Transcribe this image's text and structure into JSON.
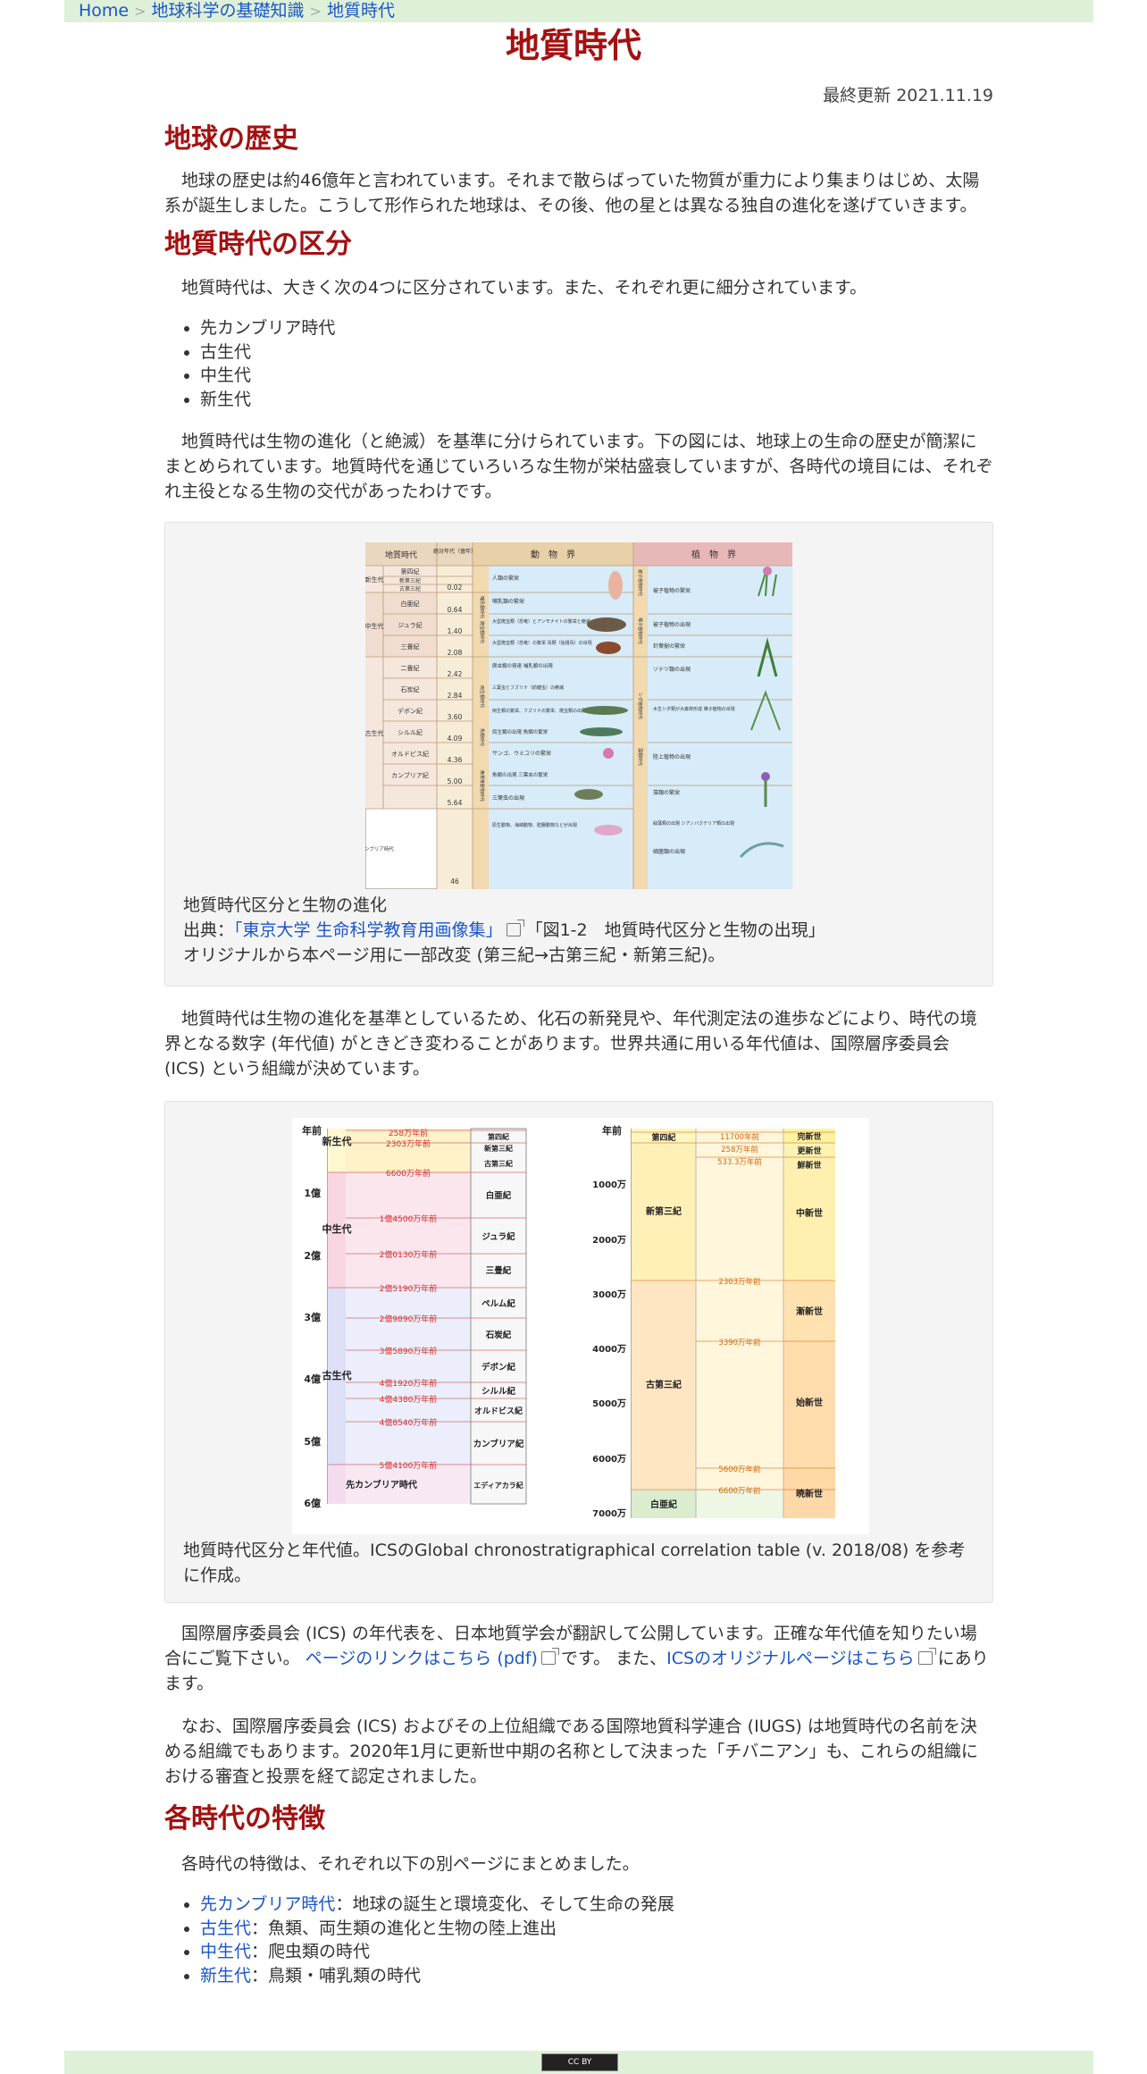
{
  "breadcrumb": {
    "home": "Home",
    "level1": "地球科学の基礎知識",
    "current": "地質時代",
    "sep": ">"
  },
  "page": {
    "title": "地質時代",
    "updated": "最終更新 2021.11.19"
  },
  "sections": {
    "history": {
      "heading": "地球の歴史",
      "text": "地球の歴史は約46億年と言われています。それまで散らばっていた物質が重力により集まりはじめ、太陽系が誕生しました。こうして形作られた地球は、その後、他の星とは異なる独自の進化を遂げていきます。"
    },
    "division": {
      "heading": "地質時代の区分",
      "intro": "地質時代は、大きく次の4つに区分されています。また、それぞれ更に細分されています。",
      "eras": [
        "先カンブリア時代",
        "古生代",
        "中生代",
        "新生代"
      ],
      "text2": "地質時代は生物の進化（と絶滅）を基準に分けられています。下の図には、地球上の生命の歴史が簡潔にまとめられています。地質時代を通じていろいろな生物が栄枯盛衰していますが、各時代の境目には、それぞれ主役となる生物の交代があったわけです。",
      "fig1": {
        "caption1": "地質時代区分と生物の進化",
        "source_prefix": "出典：",
        "source_link": "「東京大学 生命科学教育用画像集」",
        "source_title": "「図1-2　地質時代区分と生物の出現」",
        "caption3": "オリジナルから本ページ用に一部改変 (第三紀→古第三紀・新第三紀)。",
        "headers": {
          "period": "地質時代",
          "age": "絶対年代（億年）",
          "animal": "動　物　界",
          "plant": "植　物　界"
        },
        "periods": [
          "第四紀",
          "新第三紀",
          "古第三紀",
          "白亜紀",
          "ジュラ紀",
          "三畳紀",
          "二畳紀",
          "石炭紀",
          "デボン紀",
          "シルル紀",
          "オルドビス紀",
          "カンブリア紀"
        ],
        "eras": [
          "新生代",
          "中生代",
          "古生代",
          "先カンブリア時代"
        ],
        "ages": [
          "0.02",
          "0.64",
          "1.40",
          "2.08",
          "2.42",
          "2.84",
          "3.60",
          "4.09",
          "4.36",
          "5.00",
          "5.64",
          "46"
        ],
        "animals": [
          "人類の繁栄",
          "哺乳類の繁栄",
          "大型爬虫類（恐竜）とアンモナイトの繁栄と絶滅",
          "大型爬虫類（恐竜）の繁栄 鳥類（始祖鳥）の出現",
          "爬虫類の発達 哺乳類の出現",
          "三葉虫とフズリナ（紡錘虫）の絶滅",
          "両生類の繁栄、フズリナの繁栄、爬虫類の出現",
          "両生類の出現 魚類の繁栄",
          "サンゴ、ウミユリの繁栄",
          "魚類の出現 三葉虫の繁栄",
          "三葉虫の出現",
          "原生動物、海綿動物、腔腸動物などが出現"
        ],
        "animal_eras": [
          "哺乳類時代",
          "爬虫類時代",
          "両生類時代",
          "魚類時代",
          "無脊椎動物時代"
        ],
        "plants": [
          "被子植物の繁栄",
          "被子植物の出現",
          "針葉樹の繁栄",
          "ソテツ類の出現",
          "木生シダ類が大森林形成 裸子植物の出現",
          "陸上植物の出現",
          "藻類の繁栄",
          "緑藻類の出現 シアノバクテリア類の出現",
          "細菌類の出現"
        ],
        "plant_eras": [
          "被子植物時代",
          "裸子植物時代",
          "シダ植物時代",
          "藻類時代"
        ]
      },
      "text3": "地質時代は生物の進化を基準としているため、化石の新発見や、年代測定法の進歩などにより、時代の境界となる数字 (年代値) がときどき変わることがあります。世界共通に用いる年代値は、国際層序委員会 (ICS) という組織が決めています。",
      "fig2": {
        "caption": "地質時代区分と年代値。ICSのGlobal chronostratigraphical correlation table (v. 2018/08) を参考に作成。",
        "left": {
          "axis_title": "年前",
          "ticks": [
            "1億",
            "2億",
            "3億",
            "4億",
            "5億",
            "6億"
          ],
          "eras": [
            "新生代",
            "中生代",
            "古生代",
            "先カンブリア時代"
          ],
          "periods": [
            "第四紀",
            "新第三紀",
            "古第三紀",
            "白亜紀",
            "ジュラ紀",
            "三畳紀",
            "ペルム紀",
            "石炭紀",
            "デボン紀",
            "シルル紀",
            "オルドビス紀",
            "カンブリア紀",
            "エディアカラ紀"
          ],
          "boundaries": [
            "258万年前",
            "2303万年前",
            "6600万年前",
            "1億4500万年前",
            "2億0130万年前",
            "2億5190万年前",
            "2億9890万年前",
            "3億5890万年前",
            "4億1920万年前",
            "4億4380万年前",
            "4億8540万年前",
            "5億4100万年前"
          ]
        },
        "right": {
          "axis_title": "年前",
          "ticks": [
            "1000万",
            "2000万",
            "3000万",
            "4000万",
            "5000万",
            "6000万",
            "7000万"
          ],
          "periods": [
            "第四紀",
            "新第三紀",
            "古第三紀",
            "白亜紀"
          ],
          "epochs": [
            "完新世",
            "更新世",
            "鮮新世",
            "中新世",
            "漸新世",
            "始新世",
            "暁新世"
          ],
          "boundaries": [
            "11700年前",
            "258万年前",
            "533.3万年前",
            "2303万年前",
            "3390万年前",
            "5600万年前",
            "6600万年前"
          ]
        }
      },
      "text4_pre": "国際層序委員会 (ICS) の年代表を、日本地質学会が翻訳して公開しています。正確な年代値を知りたい場合にご覧下さい。",
      "text4_link1": "ページのリンクはこちら (pdf)",
      "text4_mid": "です。 また、",
      "text4_link2": "ICSのオリジナルページはこちら",
      "text4_post": "にあります。",
      "text5": "なお、国際層序委員会 (ICS) およびその上位組織である国際地質科学連合 (IUGS) は地質時代の名前を決める組織でもあります。2020年1月に更新世中期の名称として決まった「チバニアン」も、これらの組織における審査と投票を経て認定されました。"
    },
    "features": {
      "heading": "各時代の特徴",
      "intro": "各時代の特徴は、それぞれ以下の別ページにまとめました。",
      "items": [
        {
          "link": "先カンブリア時代",
          "desc": "：地球の誕生と環境変化、そして生命の発展"
        },
        {
          "link": "古生代",
          "desc": "：魚類、両生類の進化と生物の陸上進出"
        },
        {
          "link": "中生代",
          "desc": "：爬虫類の時代"
        },
        {
          "link": "新生代",
          "desc": "：鳥類・哺乳類の時代"
        }
      ]
    }
  },
  "footer": {
    "license": "CC BY"
  },
  "colors": {
    "heading": "#a31111",
    "link": "#1a56c8",
    "band": "#dff0d8"
  }
}
